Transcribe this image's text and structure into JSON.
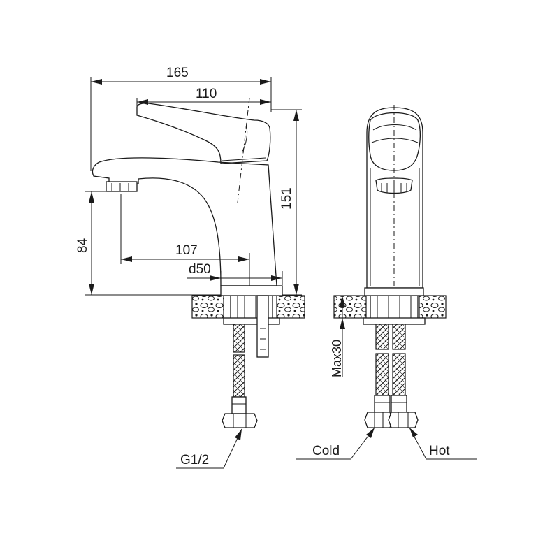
{
  "dimensions": {
    "overall_length": "165",
    "handle_length": "110",
    "total_height": "151",
    "spout_height": "84",
    "spout_reach": "107",
    "base_diameter": "d50",
    "max_counter_thickness": "Max30"
  },
  "connections": {
    "thread": "G1/2",
    "cold": "Cold",
    "hot": "Hot"
  },
  "colors": {
    "line": "#1a1a1a",
    "background": "#ffffff"
  }
}
